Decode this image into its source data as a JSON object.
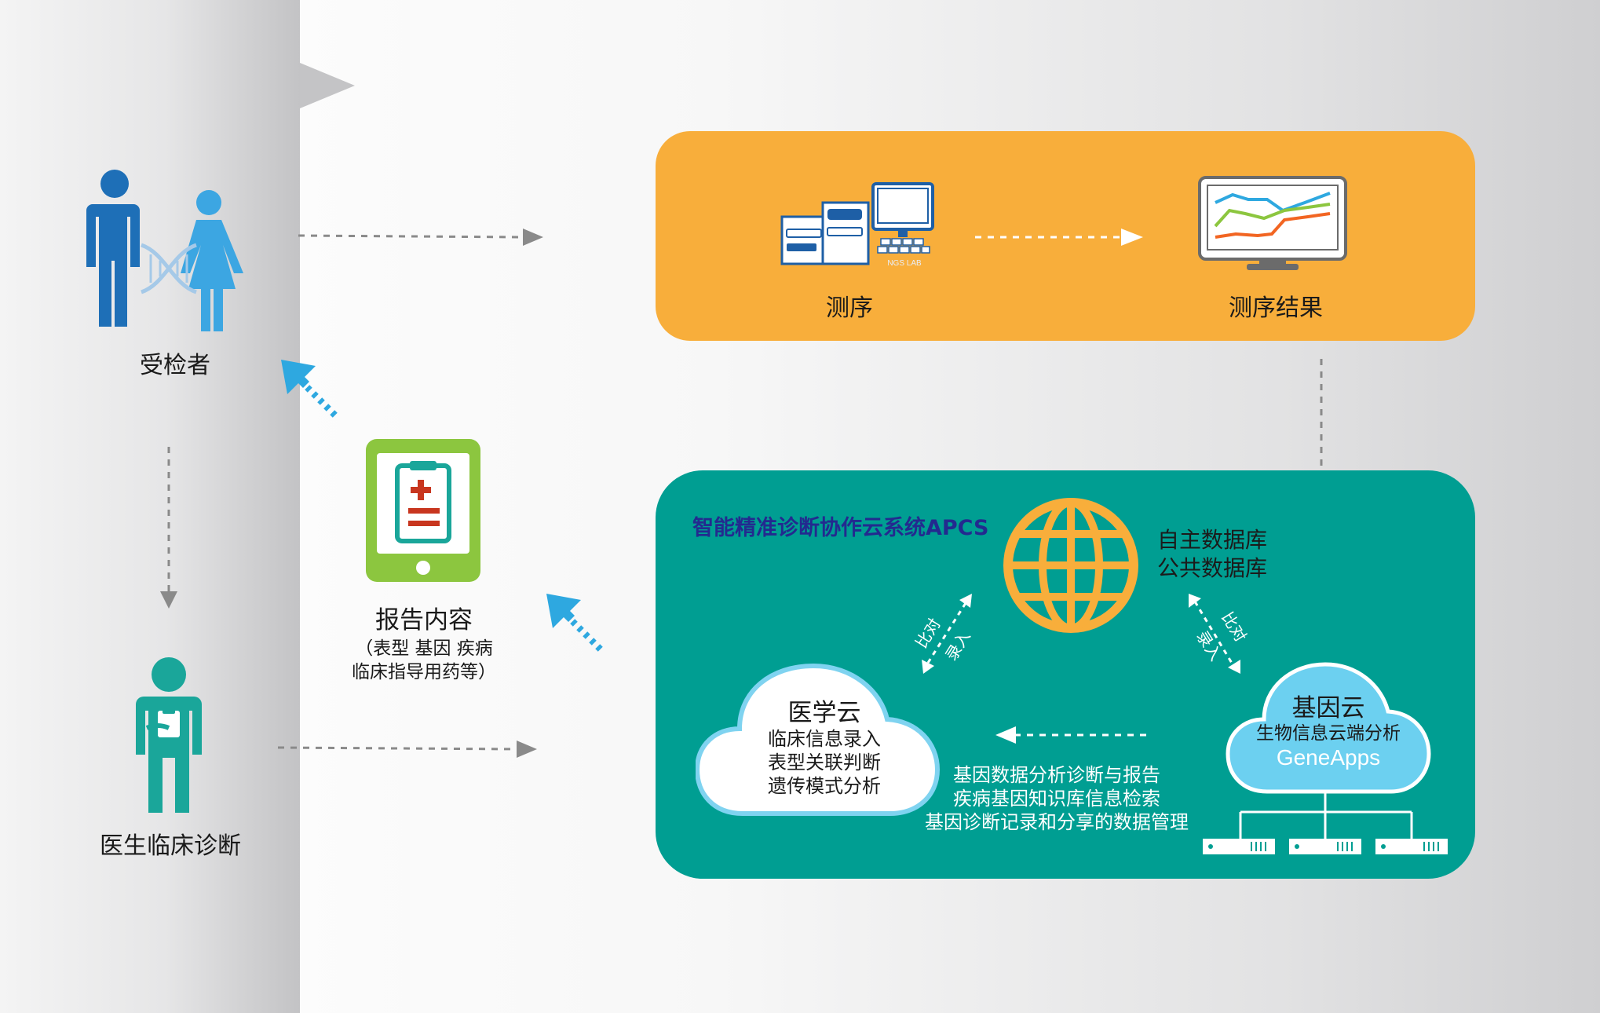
{
  "subject": {
    "label": "受检者"
  },
  "doctor": {
    "label": "医生临床诊断"
  },
  "report": {
    "title": "报告内容",
    "detail_line1": "（表型  基因  疾病",
    "detail_line2": "临床指导用药等）"
  },
  "sequencing": {
    "sequencing_label": "测序",
    "result_label": "测序结果",
    "lab_caption": "NGS LAB"
  },
  "apcs": {
    "title": "智能精准诊断协作云系统APCS",
    "db_line1": "自主数据库",
    "db_line2": "公共数据库",
    "left_arrow_labels": [
      "比对",
      "录入"
    ],
    "right_arrow_labels": [
      "比对",
      "录入"
    ],
    "medical_cloud": {
      "title": "医学云",
      "lines": [
        "临床信息录入",
        "表型关联判断",
        "遗传模式分析"
      ]
    },
    "gene_cloud": {
      "title": "基因云",
      "subtitle": "生物信息云端分析",
      "brand": "GeneApps"
    },
    "analysis_lines": [
      "基因数据分析诊断与报告",
      "疾病基因知识库信息检索",
      "基因诊断记录和分享的数据管理"
    ]
  },
  "colors": {
    "orange": "#f8ae3b",
    "teal": "#009e92",
    "navy_blue": "#1e5fa6",
    "light_blue": "#2ea8e0",
    "green_tablet": "#8cc63f",
    "cloud_blue": "#6cd0f0",
    "arrow_gray": "#8a8a8a",
    "title_blue": "#232a8f"
  }
}
